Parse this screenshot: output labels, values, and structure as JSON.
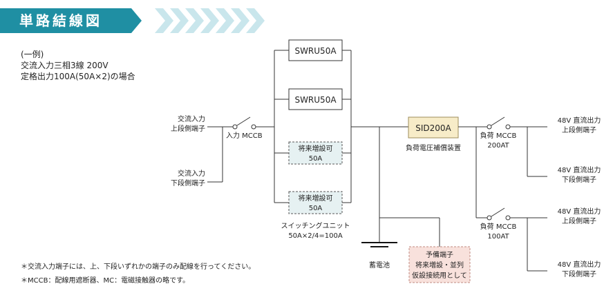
{
  "header": {
    "title": "単路結線図",
    "color": "#1f8fa3",
    "chevron_color": "#c9e6ec"
  },
  "intro": {
    "line1": "(一例)",
    "line2": "交流入力三相3線 200V",
    "line3": "定格出力100A(50A×2)の場合"
  },
  "inputs": {
    "upper": {
      "line1": "交流入力",
      "line2": "上段側端子"
    },
    "lower": {
      "line1": "交流入力",
      "line2": "下段側端子"
    },
    "mccb_label": "入力 MCCB"
  },
  "switching_units": {
    "unit1": "SWRU50A",
    "unit2": "SWRU50A",
    "future1": {
      "line1": "将来増設可",
      "line2": "50A"
    },
    "future2": {
      "line1": "将来増設可",
      "line2": "50A"
    },
    "caption1": "スイッチングユニット",
    "caption2": "50A×2/4=100A"
  },
  "compensator": {
    "label": "SID200A",
    "caption": "負荷電圧補償装置"
  },
  "battery": {
    "label": "蓄電池"
  },
  "spare": {
    "line1": "予備端子",
    "line2": "将来増設・並列",
    "line3": "仮設接続用として"
  },
  "load_mccb_1": {
    "line1": "負荷 MCCB",
    "line2": "200AT"
  },
  "load_mccb_2": {
    "line1": "負荷 MCCB",
    "line2": "100AT"
  },
  "outputs": [
    {
      "line1": "48V 直流出力",
      "line2": "上段側端子"
    },
    {
      "line1": "48V 直流出力",
      "line2": "下段側端子"
    },
    {
      "line1": "48V 直流出力",
      "line2": "上段側端子"
    },
    {
      "line1": "48V 直流出力",
      "line2": "下段側端子"
    }
  ],
  "notes": {
    "note1": "＊交流入力端子には、上、下段いずれかの端子のみ配線を行ってください。",
    "note2": "＊MCCB：配線用遮断器、MC：電磁接触器の略です。"
  }
}
